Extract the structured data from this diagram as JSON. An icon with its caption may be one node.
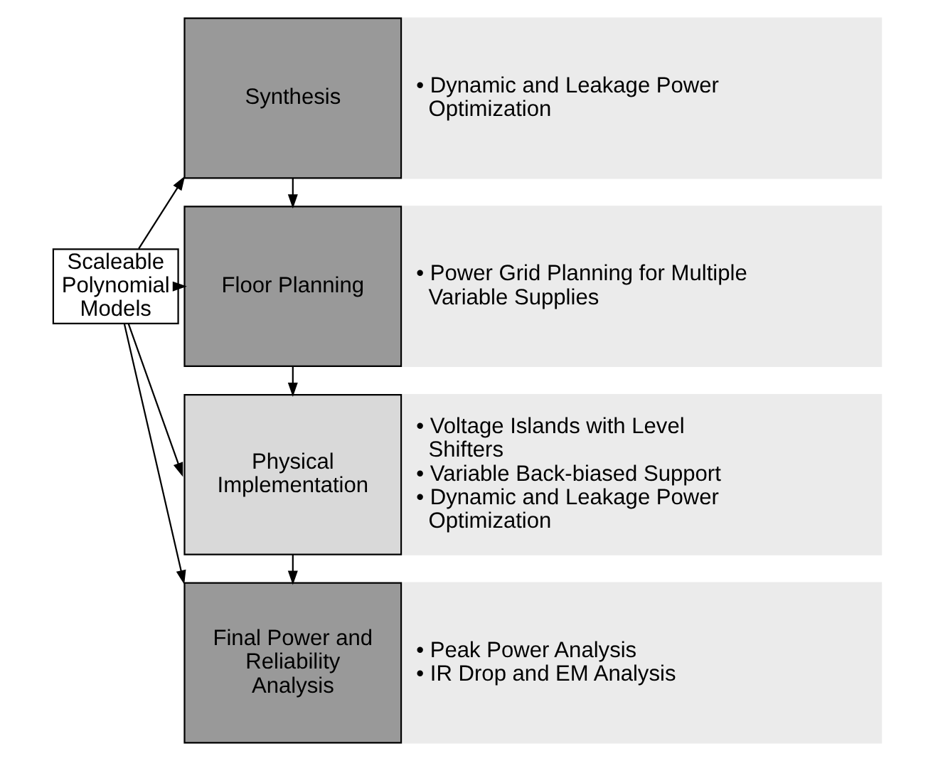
{
  "diagram": {
    "nodes": [
      {
        "text": [
          "Scaleable Polynomial Models"
        ]
      },
      {
        "text": [
          "Synthesis"
        ]
      },
      {
        "text": [
          "• Dynamic and Leakage Power Optimization"
        ]
      },
      {
        "text": [
          "Floor Planning"
        ]
      },
      {
        "text": [
          "• Power Grid Planning for Multiple Variable Supplies"
        ]
      },
      {
        "text": [
          "Physical Implementation"
        ]
      },
      {
        "text": [
          "• Voltage Islands with Level Shifters",
          "• Variable Back-biased Support",
          "• Dynamic and Leakage Power Optimization"
        ]
      },
      {
        "text": [
          "Final Power and Reliability Analysis"
        ]
      },
      {
        "text": [
          "• Peak Power Analysis",
          "• IR Drop and EM Analysis"
        ]
      }
    ],
    "edges": [
      {
        "from": 1,
        "to": 3,
        "arrow": "to"
      },
      {
        "from": 3,
        "to": 5,
        "arrow": "to"
      },
      {
        "from": 5,
        "to": 7,
        "arrow": "to"
      },
      {
        "from": 0,
        "to": 1,
        "arrow": "to"
      },
      {
        "from": 0,
        "to": 3,
        "arrow": "to"
      },
      {
        "from": 0,
        "to": 5,
        "arrow": "to"
      },
      {
        "from": 0,
        "to": 7,
        "arrow": "to"
      }
    ]
  }
}
